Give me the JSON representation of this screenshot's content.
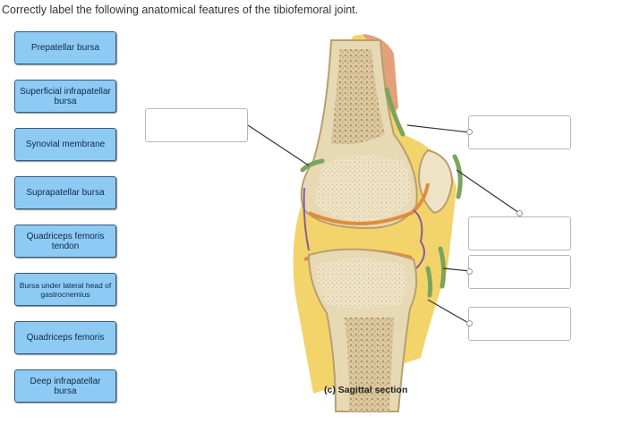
{
  "question": "Correctly label the following anatomical features of the tibiofemoral joint.",
  "labels": [
    "Prepatellar bursa",
    "Superficial infrapatellar bursa",
    "Synovial membrane",
    "Suprapatellar bursa",
    "Quadriceps femoris tendon",
    "Bursa under lateral head of gastrocnemius",
    "Quadriceps femoris",
    "Deep infrapatellar bursa"
  ],
  "figure": {
    "caption": "(c) Sagittal section"
  },
  "colors": {
    "label_bg": "#8ecbf4",
    "label_border": "#2f5c86",
    "bone": "#e8d9b5",
    "marrow": "#c9b48a",
    "fat": "#f2cf5b",
    "membrane": "#7aa55c"
  }
}
